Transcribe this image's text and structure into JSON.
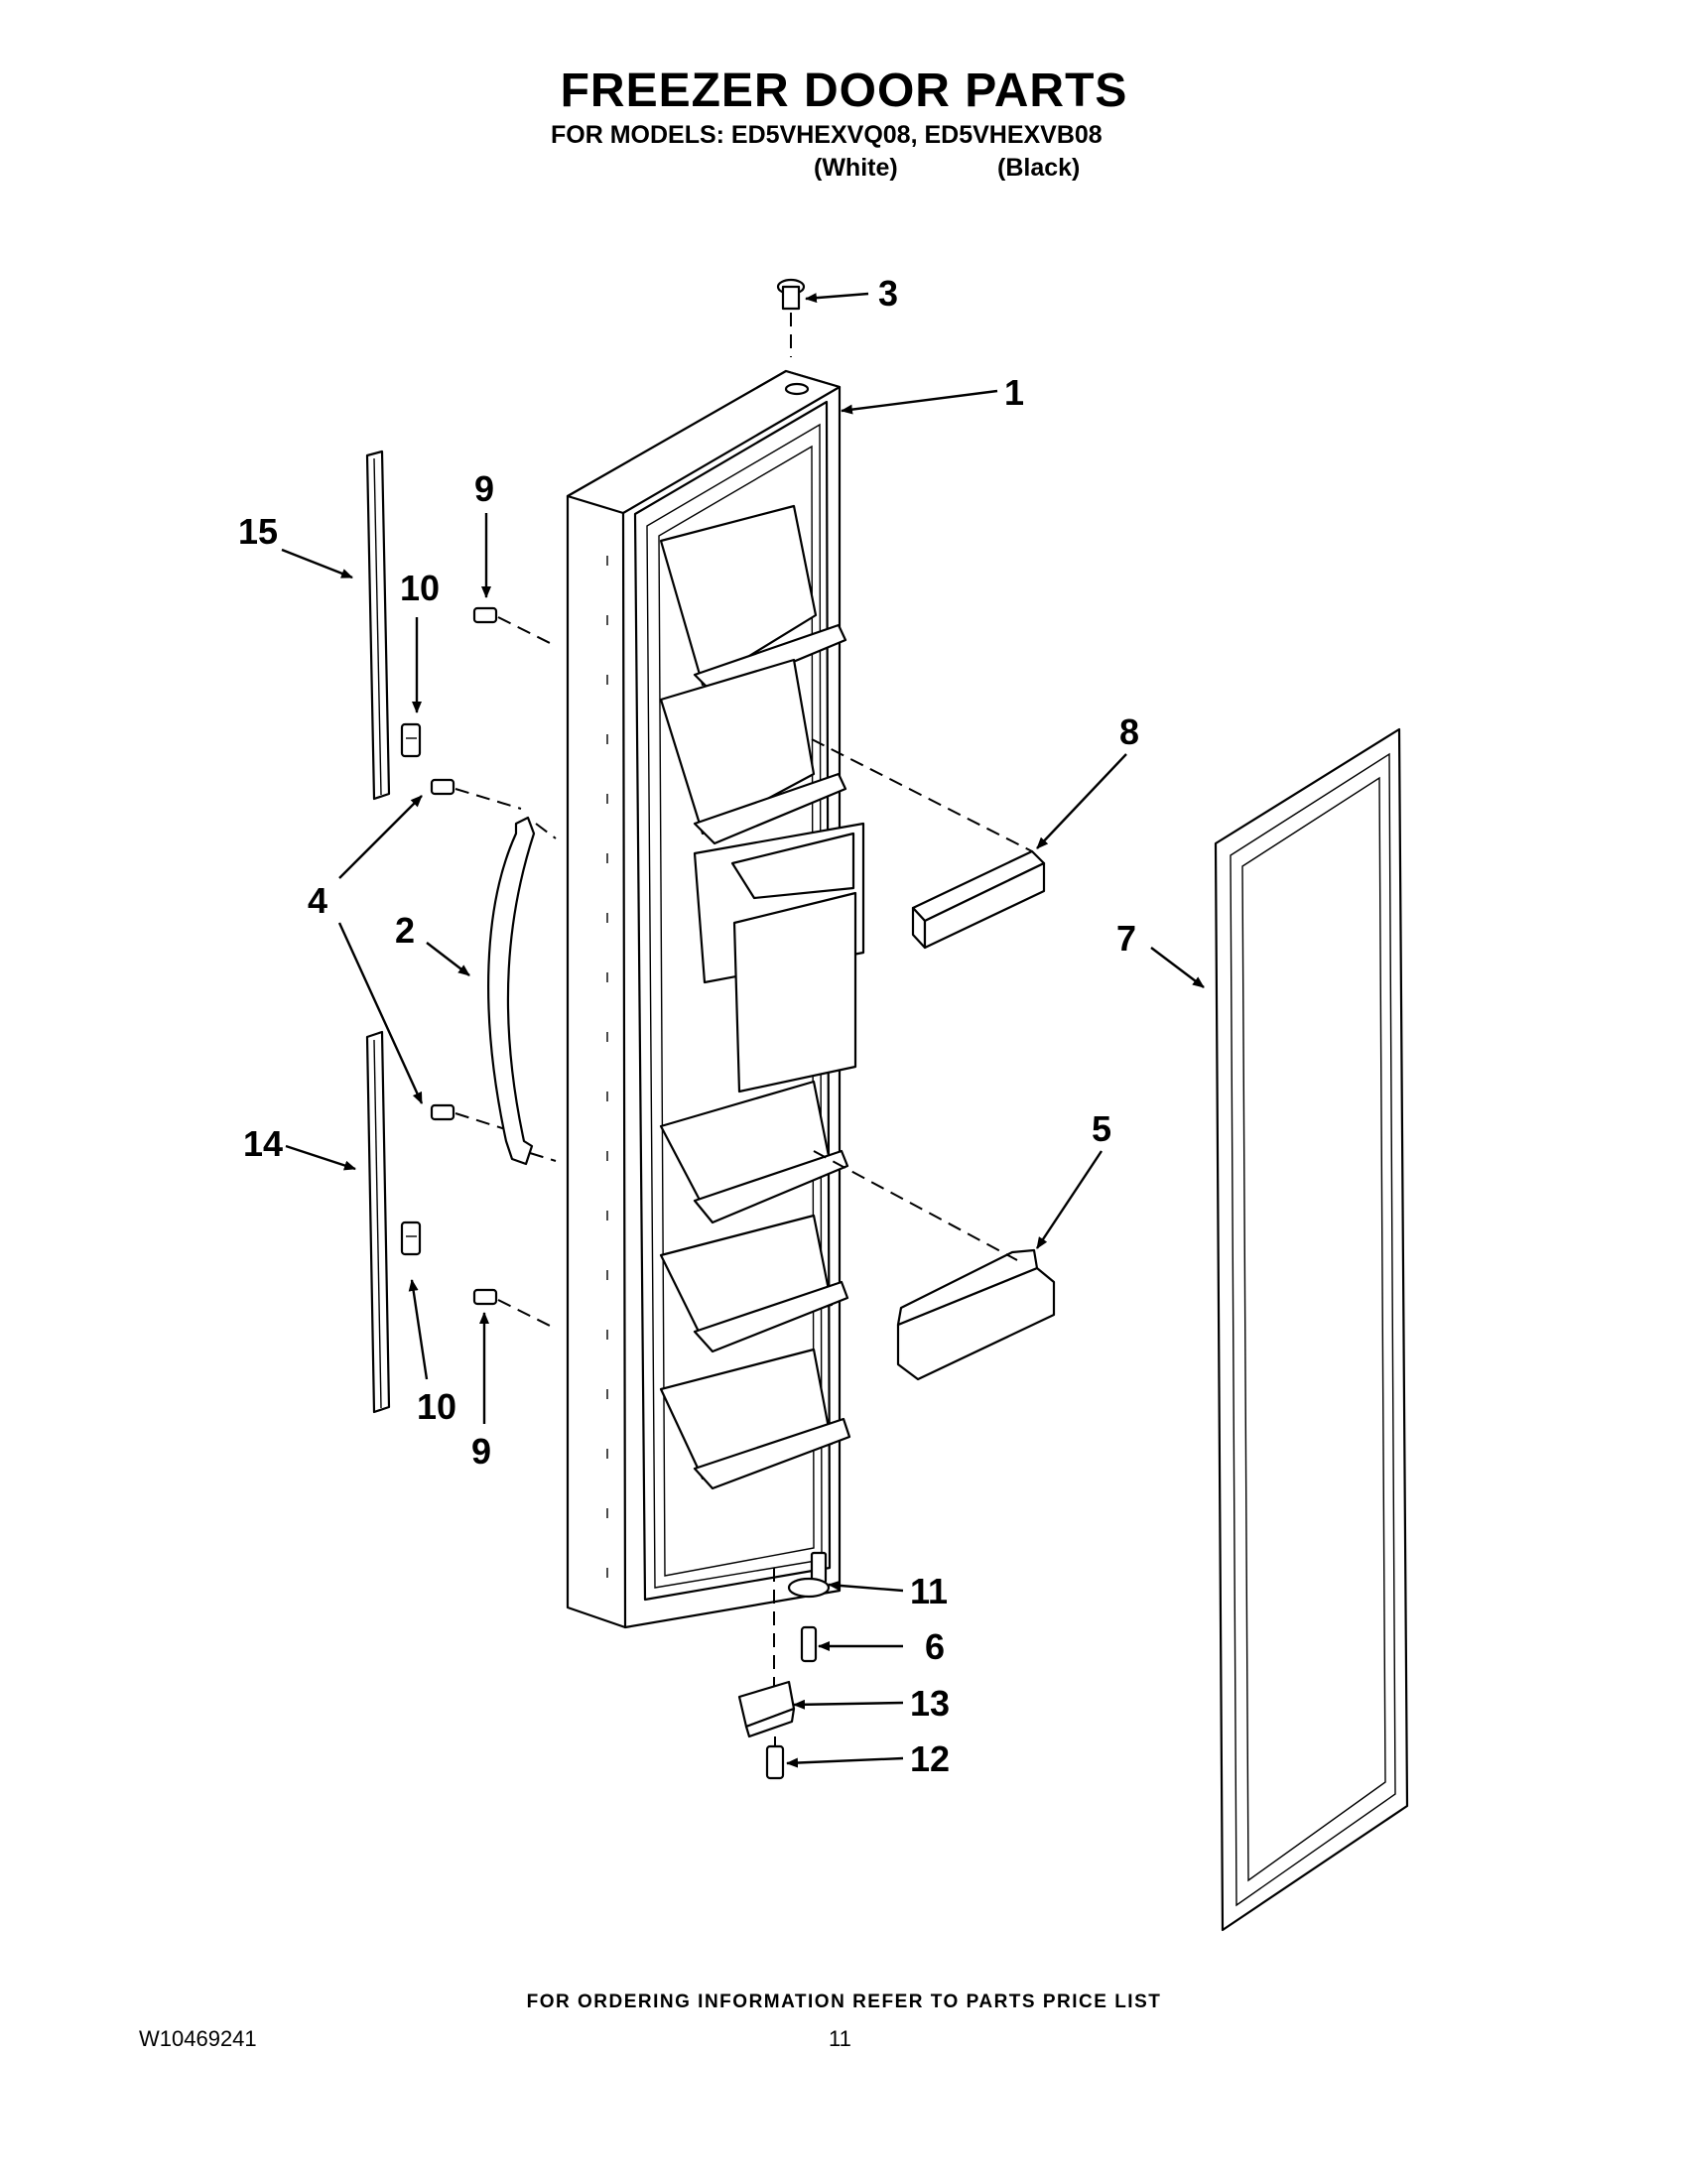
{
  "header": {
    "title": "FREEZER DOOR PARTS",
    "models_line": "FOR MODELS: ED5VHEXVQ08, ED5VHEXVB08",
    "model_1_color": "(White)",
    "model_2_color": "(Black)"
  },
  "callouts": {
    "c1": "1",
    "c2": "2",
    "c3": "3",
    "c4": "4",
    "c5": "5",
    "c6": "6",
    "c7": "7",
    "c8": "8",
    "c9a": "9",
    "c9b": "9",
    "c10a": "10",
    "c10b": "10",
    "c11": "11",
    "c12": "12",
    "c13": "13",
    "c14": "14",
    "c15": "15"
  },
  "footer": {
    "ordering_note": "FOR ORDERING INFORMATION REFER TO PARTS PRICE LIST",
    "document_number": "W10469241",
    "page_number": "11"
  }
}
